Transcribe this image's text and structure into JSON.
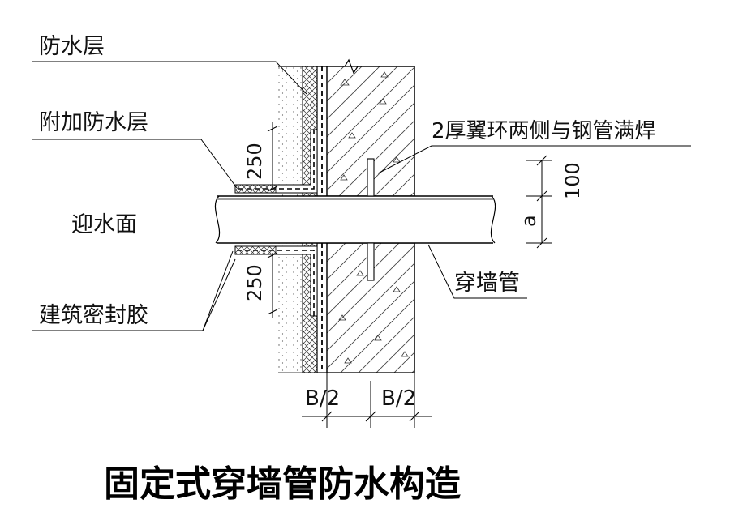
{
  "labels": {
    "waterproof_layer": "防水层",
    "additional_waterproof_layer": "附加防水层",
    "water_facing_side": "迎水面",
    "sealant": "建筑密封胶",
    "wing_ring_note": "2厚翼环两侧与钢管满焊",
    "wall_pipe": "穿墙管"
  },
  "dimensions": {
    "upper_250": "250",
    "lower_250": "250",
    "ring_100": "100",
    "a": "a",
    "b_half_left": "B/2",
    "b_half_right": "B/2"
  },
  "title": "固定式穿墙管防水构造"
}
